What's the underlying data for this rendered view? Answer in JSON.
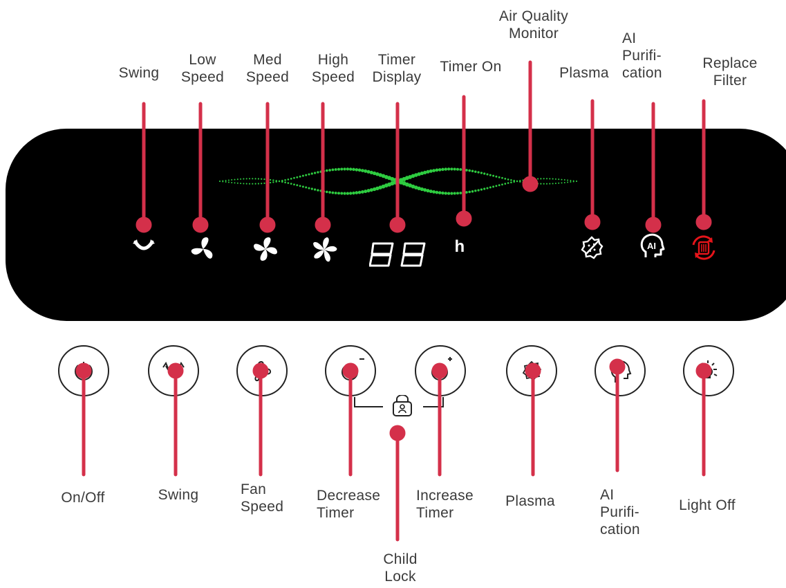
{
  "top_labels": {
    "swing": "Swing",
    "low_speed": "Low\nSpeed",
    "med_speed": "Med\nSpeed",
    "high_speed": "High\nSpeed",
    "timer_display": "Timer\nDisplay",
    "timer_on": "Timer On",
    "air_quality": "Air Quality\nMonitor",
    "plasma": "Plasma",
    "ai_purification": "AI\nPurifi-\ncation",
    "replace_filter": "Replace\nFilter"
  },
  "display": {
    "digits": "88",
    "timer_unit": "h"
  },
  "bottom_labels": {
    "on_off": "On/Off",
    "swing": "Swing",
    "fan_speed": "Fan\nSpeed",
    "decrease_timer": "Decrease\nTimer",
    "increase_timer": "Increase\nTimer",
    "plasma": "Plasma",
    "ai_purification": "AI\nPurifi-\ncation",
    "light_off": "Light Off",
    "child_lock": "Child\nLock"
  },
  "colors": {
    "callout": "#d4304a",
    "panel": "#000000",
    "aq_green": "#2ecc40",
    "filter_red": "#e5141a"
  },
  "icons": {
    "swing": "swing-icon",
    "low_speed": "fan-low-icon",
    "med_speed": "fan-med-icon",
    "high_speed": "fan-high-icon",
    "plasma": "plasma-icon",
    "ai": "ai-head-icon",
    "replace_filter": "filter-replace-icon",
    "power": "power-icon",
    "fan_speed_button": "fan-speed-icon",
    "timer_minus": "timer-minus-icon",
    "timer_plus": "timer-plus-icon",
    "light": "light-icon",
    "lock": "lock-icon"
  }
}
